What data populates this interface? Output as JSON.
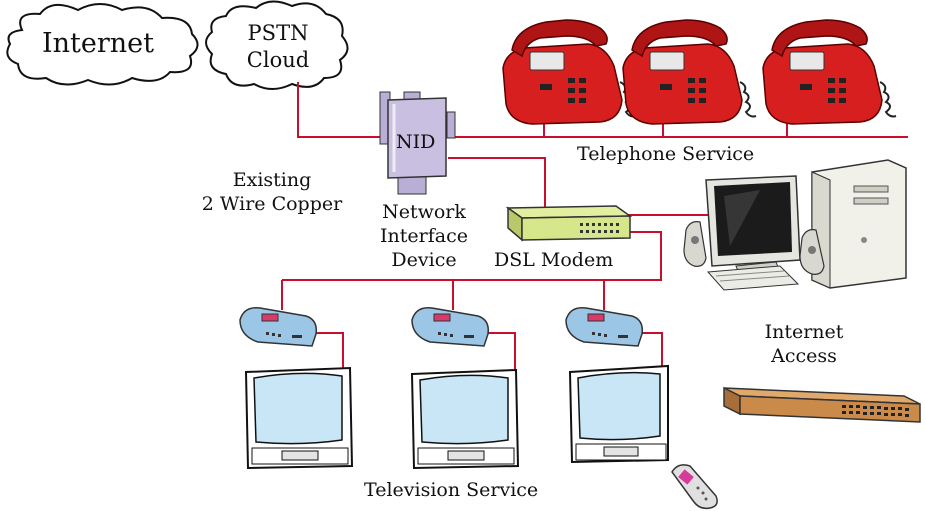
{
  "clouds": {
    "internet": "Internet",
    "pstn_line1": "PSTN",
    "pstn_line2": "Cloud"
  },
  "nid": {
    "box_label": "NID",
    "caption_line1": "Network",
    "caption_line2": "Interface",
    "caption_line3": "Device"
  },
  "wiring": {
    "line1": "Existing",
    "line2": "2 Wire Copper"
  },
  "services": {
    "telephone": "Telephone Service",
    "dsl_modem": "DSL Modem",
    "internet_line1": "Internet",
    "internet_line2": "Access",
    "television": "Television Service"
  },
  "colors": {
    "wire": "#c8102e",
    "phone": "#d81f1f",
    "nid": "#c9bfe0",
    "modem": "#d6e68a",
    "settop": "#9cc6e6",
    "switch": "#c98a4a"
  }
}
